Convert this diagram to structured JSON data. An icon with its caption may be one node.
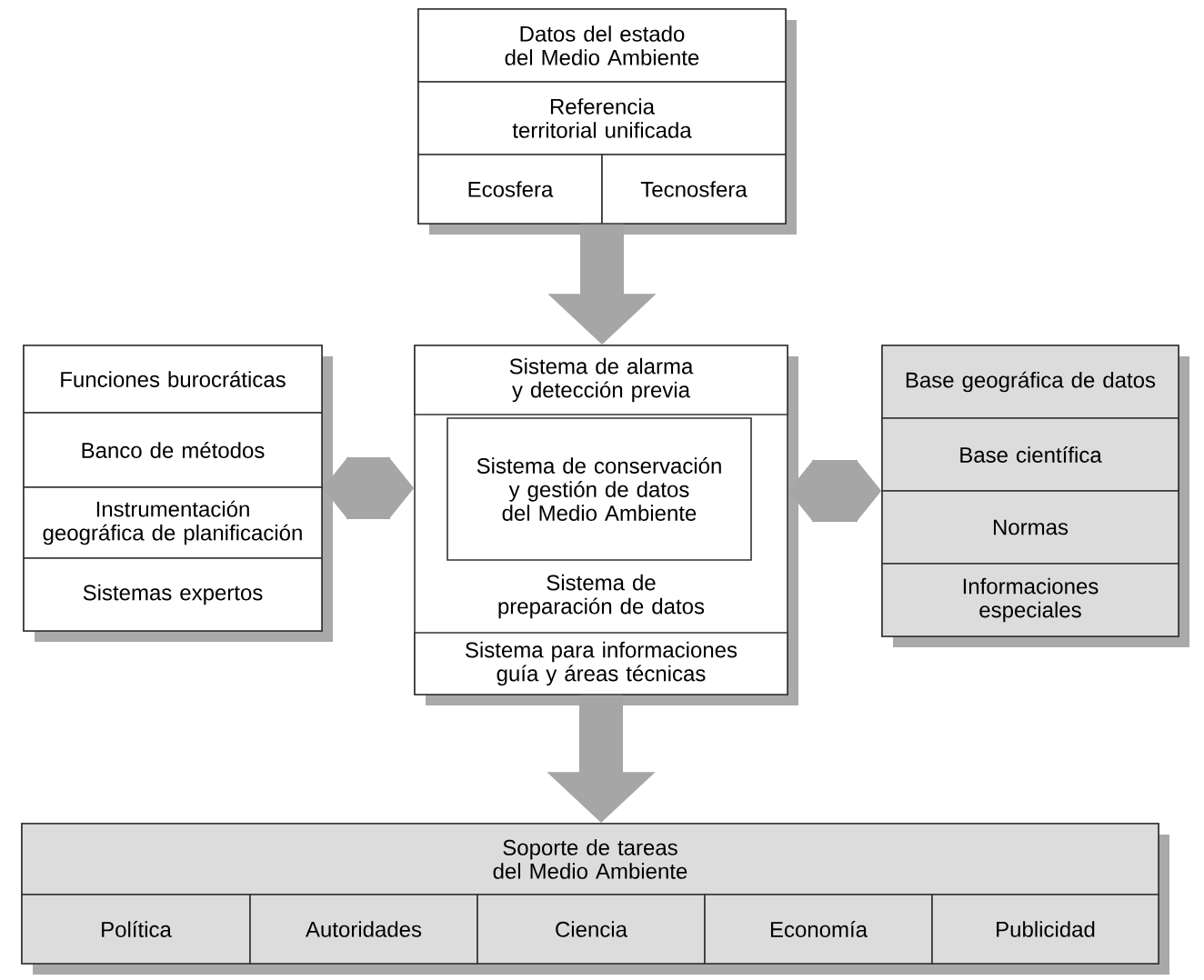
{
  "diagram": {
    "nodes": [
      {
        "text": [],
        "shape": "box"
      },
      {
        "text": [
          "Datos del estado del Medio Ambiente"
        ],
        "in": 0
      },
      {
        "text": [
          "Referencia territorial unificada"
        ],
        "in": 0
      },
      {
        "text": [
          "Ecosfera"
        ],
        "in": 0
      },
      {
        "text": [
          "Tecnosfera"
        ],
        "in": 0
      },
      {
        "text": [],
        "shape": "box"
      },
      {
        "text": [
          "Funciones burocráticas"
        ],
        "in": 5
      },
      {
        "text": [
          "Banco de métodos"
        ],
        "in": 5
      },
      {
        "text": [
          "Instrumentación geográfica de planificación"
        ],
        "in": 5
      },
      {
        "text": [
          "Sistemas expertos"
        ],
        "in": 5
      },
      {
        "text": [],
        "shape": "box"
      },
      {
        "text": [
          "Sistema de alarma y detección previa"
        ],
        "in": 10
      },
      {
        "text": [
          "Sistema de conservación y gestión de datos del Medio Ambiente"
        ],
        "in": 10
      },
      {
        "text": [
          "Sistema de preparación de datos"
        ],
        "in": 10
      },
      {
        "text": [
          "Sistema para informaciones guía y áreas técnicas"
        ],
        "in": 10
      },
      {
        "text": [],
        "shape": "box"
      },
      {
        "text": [
          "Base geográfica de datos"
        ],
        "in": 15
      },
      {
        "text": [
          "Base científica"
        ],
        "in": 15
      },
      {
        "text": [
          "Normas"
        ],
        "in": 15
      },
      {
        "text": [
          "Informaciones especiales"
        ],
        "in": 15
      },
      {
        "text": [],
        "shape": "box"
      },
      {
        "text": [
          "Soporte de tareas del Medio Ambiente"
        ],
        "in": 20
      },
      {
        "text": [
          "Política"
        ],
        "in": 20
      },
      {
        "text": [
          "Autoridades"
        ],
        "in": 20
      },
      {
        "text": [
          "Ciencia"
        ],
        "in": 20
      },
      {
        "text": [
          "Economía"
        ],
        "in": 20
      },
      {
        "text": [
          "Publicidad"
        ],
        "in": 20
      }
    ],
    "edges": [
      {
        "from": 0,
        "to": 10,
        "arrow": "to"
      },
      {
        "from": 10,
        "to": 5,
        "arrow": "both"
      },
      {
        "from": 10,
        "to": 15,
        "arrow": "both"
      },
      {
        "from": 10,
        "to": 20,
        "arrow": "to"
      }
    ]
  }
}
